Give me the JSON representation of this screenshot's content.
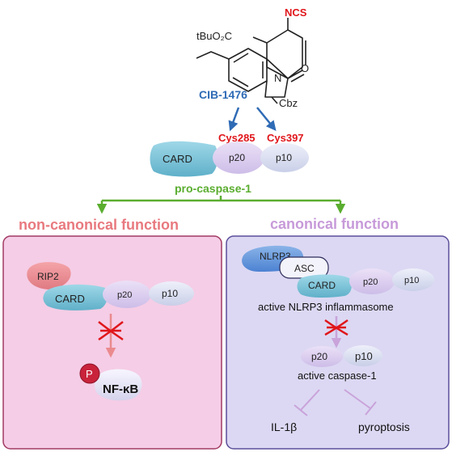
{
  "compound": {
    "label": "CIB-1476",
    "group_ncs": "NCS",
    "group_ester": "tBuO₂C",
    "group_carbonyl": "O",
    "group_n": "N",
    "group_cbz": "Cbz"
  },
  "targets": {
    "cys_a": "Cys285",
    "cys_b": "Cys397"
  },
  "procaspase": {
    "card": "CARD",
    "p20": "p20",
    "p10": "p10",
    "name": "pro-caspase-1"
  },
  "noncanonical": {
    "title": "non-canonical function",
    "rip2": "RIP2",
    "card": "CARD",
    "p20": "p20",
    "p10": "p10",
    "phospho": "P",
    "nfkb": "NF-κB"
  },
  "canonical": {
    "title": "canonical function",
    "nlrp3": "NLRP3",
    "asc": "ASC",
    "card": "CARD",
    "p20": "p20",
    "p10": "p10",
    "complex": "active  NLRP3 inflammasome",
    "active_p20": "p20",
    "active_p10": "p10",
    "active_caspase": "active caspase-1",
    "il1b": "IL-1β",
    "pyroptosis": "pyroptosis"
  },
  "colors": {
    "blue": "#2f6bb5",
    "red": "#e0161b",
    "green": "#5aad2f",
    "pink_title": "#e8797f",
    "purple_title": "#c79ad9",
    "pink_panel": "#f5cde6",
    "purple_panel": "#dcd8f3"
  }
}
